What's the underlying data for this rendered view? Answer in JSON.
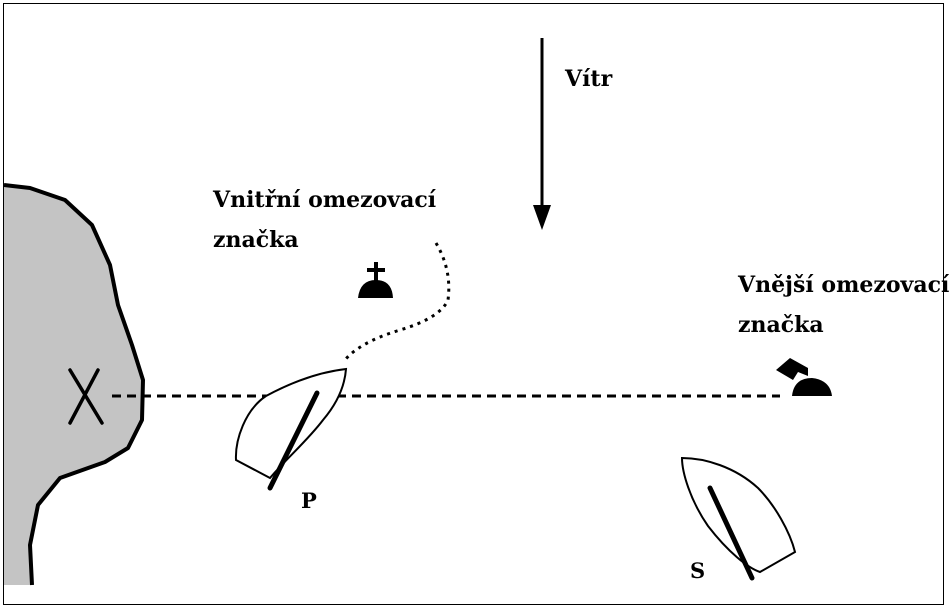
{
  "colors": {
    "ink": "#000000",
    "land": "#c4c4c4",
    "background": "#ffffff"
  },
  "wind": {
    "label": "Vítr"
  },
  "inner_mark": {
    "label_line1": "Vnitřní omezovací",
    "label_line2": "značka",
    "icon": "inner-mark-buoy-icon"
  },
  "outer_mark": {
    "label_line1": "Vnější omezovací",
    "label_line2": "značka",
    "icon": "outer-mark-flag-icon"
  },
  "shore": {
    "marker": "X"
  },
  "boats": [
    {
      "label": "P"
    },
    {
      "label": "S"
    }
  ]
}
